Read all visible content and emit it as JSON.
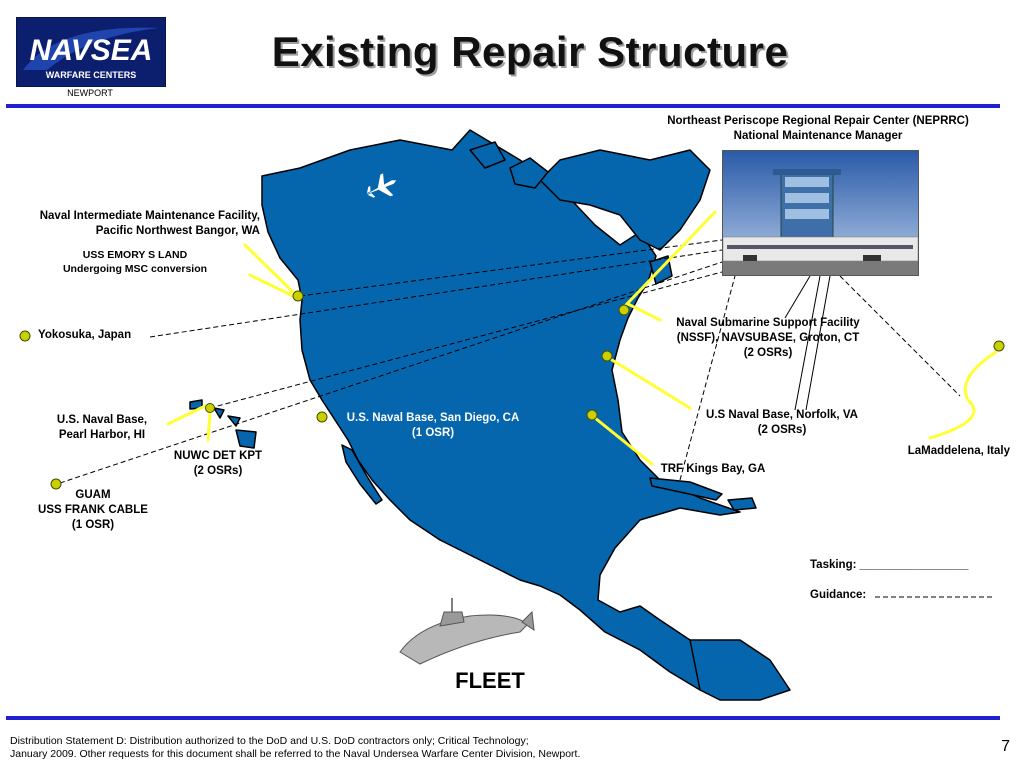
{
  "header": {
    "logo_text": "NAVSEA",
    "logo_tagline": "WARFARE CENTERS",
    "logo_location": "NEWPORT",
    "title": "Existing Repair Structure"
  },
  "nerprc": {
    "line1": "Northeast Periscope Regional Repair Center (NEPRRC)",
    "line2": "National Maintenance Manager"
  },
  "sites": {
    "bangor": {
      "line1": "Naval Intermediate Maintenance Facility,",
      "line2": "Pacific Northwest Bangor, WA"
    },
    "emory": {
      "line1": "USS EMORY S LAND",
      "line2": "Undergoing MSC conversion"
    },
    "yokosuka": "Yokosuka, Japan",
    "pearl": {
      "line1": "U.S. Naval Base,",
      "line2": "Pearl Harbor, HI"
    },
    "nuwc": {
      "line1": "NUWC DET KPT",
      "line2": "(2 OSRs)"
    },
    "guam": {
      "line1": "GUAM",
      "line2": "USS FRANK CABLE",
      "line3": "(1 OSR)"
    },
    "sandiego": {
      "line1": "U.S. Naval Base, San Diego, CA",
      "line2": "(1 OSR)"
    },
    "groton": {
      "line1": "Naval Submarine Support Facility",
      "line2": "(NSSF), NAVSUBASE, Groton, CT",
      "line3": "(2 OSRs)"
    },
    "norfolk": {
      "line1": "U.S Naval Base, Norfolk, VA",
      "line2": "(2 OSRs)"
    },
    "kings": "TRF Kings Bay, GA",
    "italy": "LaMaddelena, Italy"
  },
  "tasking": {
    "label": "Tasking:",
    "value": "_________________"
  },
  "guidance": {
    "label": "Guidance:"
  },
  "fleet": "FLEET",
  "footer": {
    "line1": "Distribution Statement D: Distribution authorized to the DoD and U.S. DoD contractors only; Critical Technology;",
    "line2": "January 2009.  Other requests for this document shall be referred to the Naval Undersea Warfare Center Division, Newport."
  },
  "page_number": "7",
  "colors": {
    "land": "#0565ad",
    "rule": "#1f1fd0",
    "marker": "#c8d000",
    "arrow": "#ffff33"
  }
}
